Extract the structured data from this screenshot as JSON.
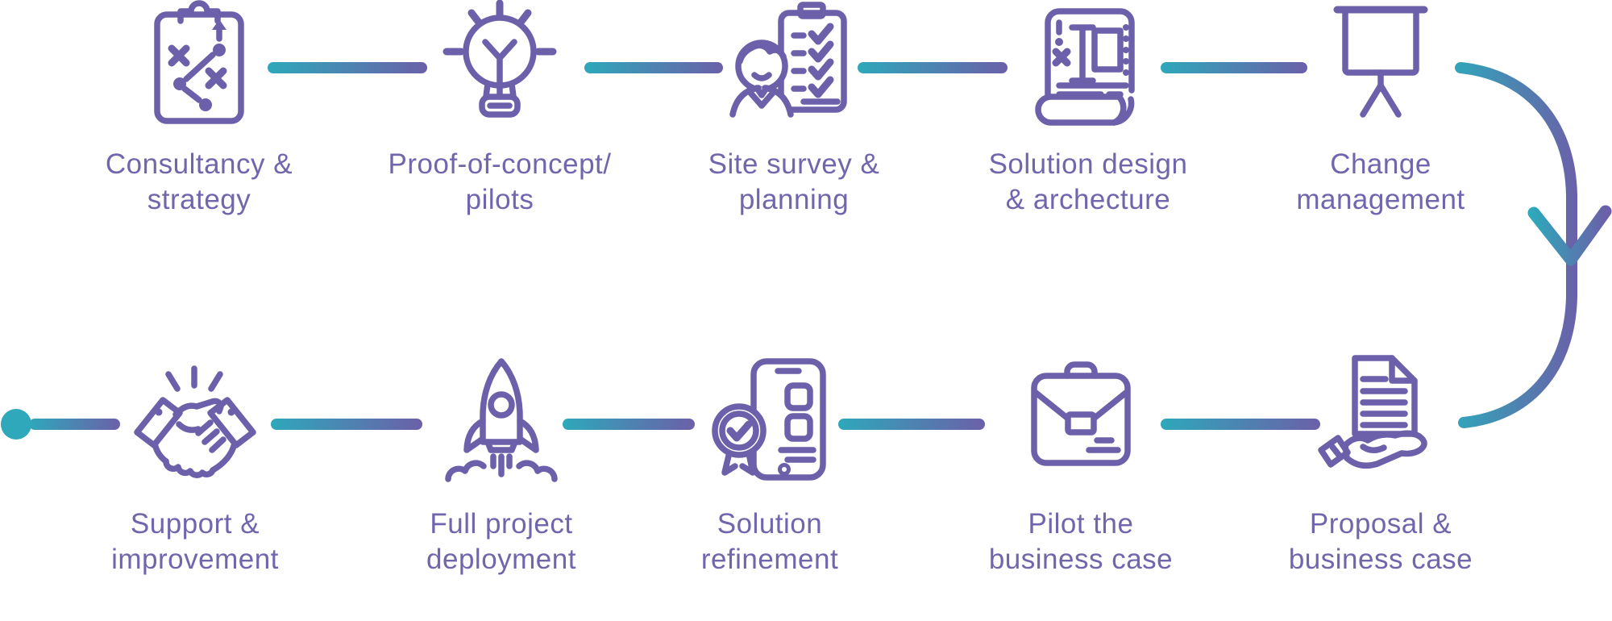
{
  "colors": {
    "teal": "#2EA8BA",
    "purple": "#6B60A9",
    "text": "#7066AE"
  },
  "rows": {
    "top": {
      "steps": [
        {
          "line1": "Consultancy &",
          "line2": "strategy",
          "icon": "strategy-clipboard-icon"
        },
        {
          "line1": "Proof-of-concept/",
          "line2": "pilots",
          "icon": "lightbulb-icon"
        },
        {
          "line1": "Site survey &",
          "line2": "planning",
          "icon": "surveyor-checklist-icon"
        },
        {
          "line1": "Solution design",
          "line2": "& archecture",
          "icon": "blueprint-scroll-icon"
        },
        {
          "line1": "Change",
          "line2": "management",
          "icon": "presentation-board-icon"
        }
      ]
    },
    "bottom": {
      "steps": [
        {
          "line1": "Support &",
          "line2": "improvement",
          "icon": "handshake-icon"
        },
        {
          "line1": "Full project",
          "line2": "deployment",
          "icon": "rocket-icon"
        },
        {
          "line1": "Solution",
          "line2": "refinement",
          "icon": "certified-phone-icon"
        },
        {
          "line1": "Pilot the",
          "line2": "business case",
          "icon": "briefcase-icon"
        },
        {
          "line1": "Proposal &",
          "line2": "business case",
          "icon": "document-hand-icon"
        }
      ]
    }
  }
}
